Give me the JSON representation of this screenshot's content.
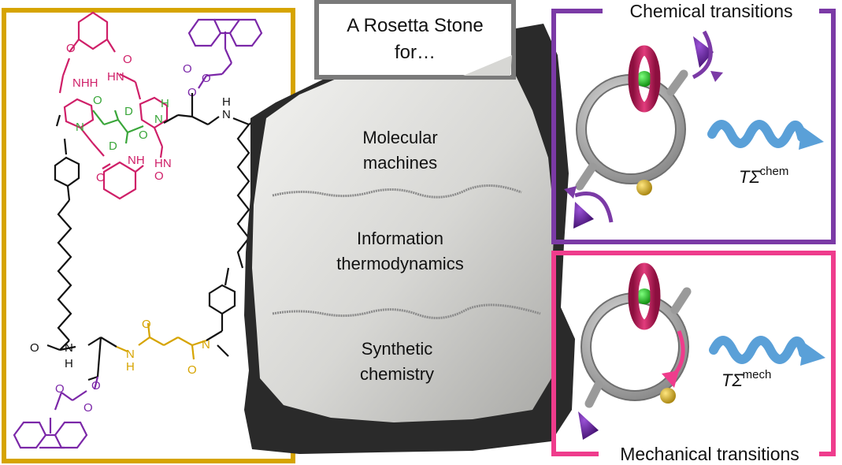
{
  "title_box": {
    "line1": "A Rosetta Stone",
    "line2": "for…"
  },
  "stone": {
    "sections": [
      {
        "line1": "Molecular",
        "line2": "machines"
      },
      {
        "line1": "Information",
        "line2": "thermodynamics"
      },
      {
        "line1": "Synthetic",
        "line2": "chemistry"
      }
    ],
    "color_light": "#d9d9d6",
    "color_dark": "#2a2a2a"
  },
  "chemical_panel": {
    "title": "Chemical transitions",
    "entropy_symbol": "TΣ̇",
    "entropy_sup": "chem",
    "border_color": "#7b3aa6"
  },
  "mechanical_panel": {
    "title": "Mechanical transitions",
    "entropy_symbol": "TΣ̇",
    "entropy_sup": "mech",
    "border_color": "#ef3c8c"
  },
  "molecule": {
    "border_color": "#d6a400",
    "macrocycle_color": "#cf1f68",
    "fmoc_color": "#7b27a8",
    "fumaramide_color": "#3aa63a",
    "linker_color": "#d6a400",
    "atoms": {
      "o": "O",
      "n": "N",
      "h": "H",
      "nh": "NH",
      "hn": "HN",
      "nhh": "NHH",
      "d": "D"
    }
  },
  "colors": {
    "ring": "#b5b5b5",
    "ring_shadow": "#6f6f6f",
    "shuttle_ring": "#c2185b",
    "green_site": "#1fb51f",
    "yellow_site": "#d8b21e",
    "fuel": "#5a1490",
    "wave": "#5aa0d8"
  }
}
